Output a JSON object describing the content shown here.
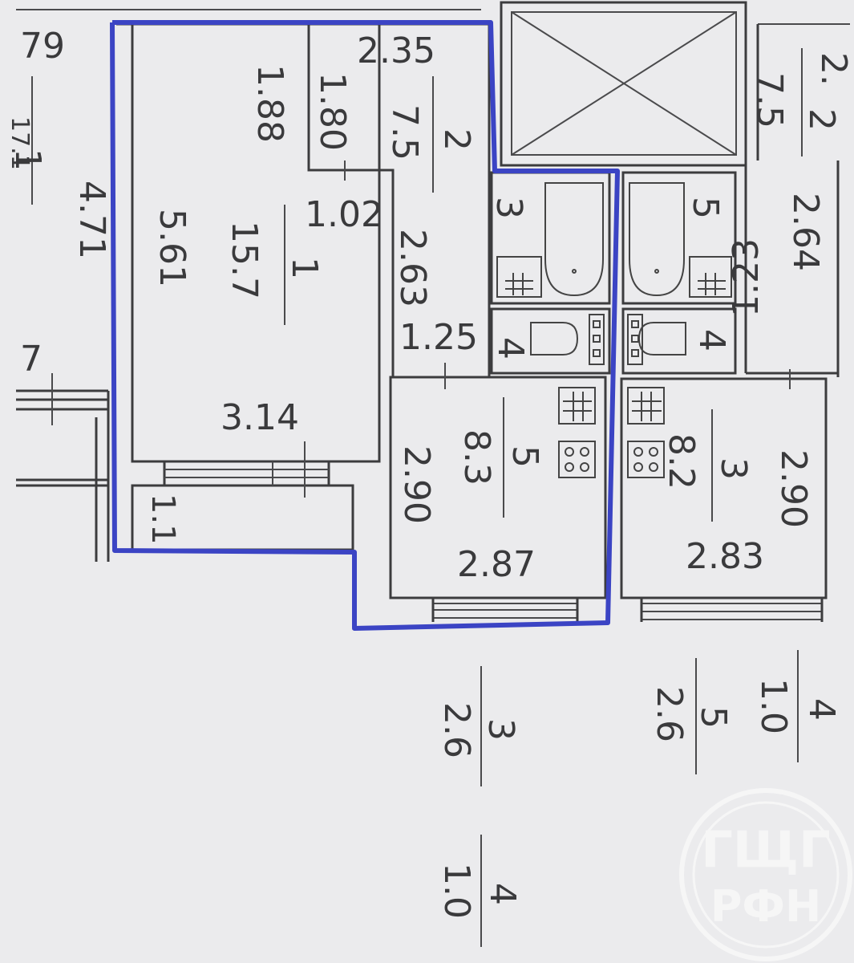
{
  "colors": {
    "background": "#e4e5e7",
    "paper": "#ebebed",
    "ink": "#3a3a3c",
    "highlight": "#3b44c4",
    "watermark": "#ffffff"
  },
  "labels": {
    "m79": "79",
    "m1_left": "1",
    "m1_left_b": "17.1",
    "m471": "4.71",
    "m7": "7",
    "m561": "5.61",
    "m188": "1.88",
    "m235": "2.35",
    "m180": "1.80",
    "m2_hall": "2",
    "m75_hall": "7.5",
    "m102": "1.02",
    "m1_room": "1",
    "m157": "15.7",
    "m263": "2.63",
    "m125": "1.25",
    "m314": "3.14",
    "m11": "1.1",
    "m3_bath": "3",
    "m4_wc": "4",
    "m5_kit": "5",
    "m83": "8.3",
    "m290_kit": "2.90",
    "m287": "2.87",
    "m5_bath_r": "5",
    "m4_wc_r": "4",
    "m3_kit_r": "3",
    "m82": "8.2",
    "m290_r": "2.90",
    "m283": "2.83",
    "m2_r": "2.",
    "m2_r2": "2",
    "m75_r": "7.5",
    "m264": "2.64",
    "m123": "1.23",
    "m3_bal": "3",
    "m26_bal": "2.6",
    "m5_bal2": "5",
    "m26_bal2": "2.6",
    "m4_bal3": "4",
    "m10_bal3": "1.0",
    "m4_bal4": "4",
    "m10_bal4": "1.0"
  },
  "watermark": {
    "text_top": "ГЩГ",
    "text_bottom": "РФН"
  }
}
